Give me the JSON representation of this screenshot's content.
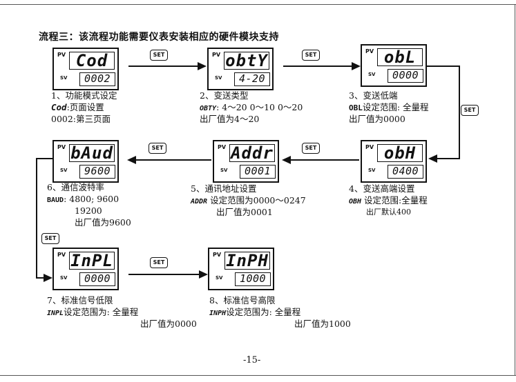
{
  "title": "流程三：该流程功能需要仪表安装相应的硬件模块支持",
  "labels": {
    "pv": "PV",
    "sv": "SV",
    "set": "SET"
  },
  "page_number": "-15-",
  "panels": [
    {
      "pv": "Cod",
      "sv": "0002"
    },
    {
      "pv": "obtY",
      "sv": "4-20"
    },
    {
      "pv": "obL",
      "sv": "0000"
    },
    {
      "pv": "obH",
      "sv": "0400"
    },
    {
      "pv": "Addr",
      "sv": "0001"
    },
    {
      "pv": "bAud",
      "sv": "9600"
    },
    {
      "pv": "InPL",
      "sv": "0000"
    },
    {
      "pv": "InPH",
      "sv": "1000"
    }
  ],
  "captions": {
    "c1": {
      "line1": "1、功能模式设定",
      "code": "Cod",
      "line2": ":页面设置",
      "line3": "0002:第三页面"
    },
    "c2": {
      "line1": "2、变送类型",
      "code": "OBTY",
      "line2": ": 4～20 0～10 0～20",
      "line3": "出厂值为4～20"
    },
    "c3": {
      "line1": "3、变送低端",
      "code": "OBL",
      "line2": "设定范围: 全量程",
      "line3": "出厂值为0000"
    },
    "c4": {
      "line1": "4、变送高端设置",
      "code": "OBH",
      "line2": " 设定范围:全量程",
      "line3": "出厂默认400"
    },
    "c5": {
      "line1": "5、通讯地址设置",
      "code": "ADDR",
      "line2": " 设定范围为0000～0247",
      "line3": "出厂值为0001"
    },
    "c6": {
      "line1": "6、通信波特率",
      "code": "BAUD",
      "line2": ": 4800; 9600",
      "line3": "19200",
      "line4": "出厂值为9600"
    },
    "c7": {
      "line1": "7、标准信号低限",
      "code": "INPL",
      "line2": "设定范围为: 全量程",
      "line3": "出厂值为0000"
    },
    "c8": {
      "line1": "8、标准信号高限",
      "code": "INPH",
      "line2": "设定范围为: 全量程",
      "line3": "出厂值为1000"
    }
  }
}
